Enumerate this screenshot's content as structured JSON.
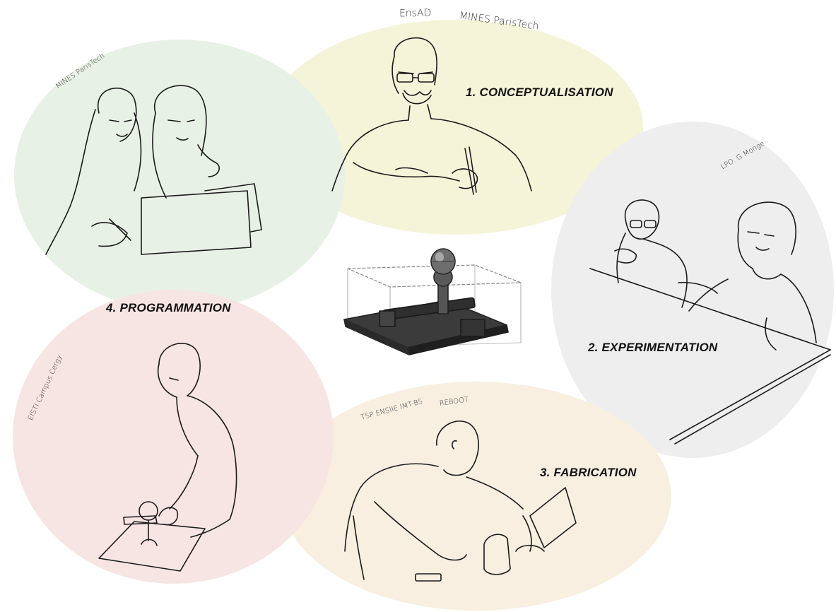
{
  "colors": {
    "conceptualisation": "#f4f4d8",
    "experimentation": "#eeeeee",
    "fabrication": "#f8efe1",
    "programmation_top": "#e8f1e6",
    "programmation_bottom": "#f7e5e3"
  },
  "phases": {
    "conceptualisation": {
      "label": "1. CONCEPTUALISATION",
      "institutions": [
        "EnsAD",
        "MINES ParisTech"
      ]
    },
    "experimentation": {
      "label": "2. EXPERIMENTATION",
      "institutions": [
        "LPO. G Monge"
      ]
    },
    "fabrication": {
      "label": "3. FABRICATION",
      "institutions": [
        "TSP ENSIIE IMT-BS",
        "REBOOT"
      ]
    },
    "programmation": {
      "label": "4. PROGRAMMATION",
      "institutions": [
        "MINES ParisTech",
        "EISTI Campus Cergy"
      ]
    }
  },
  "illustrations": {
    "center": "robot-device",
    "conceptualisation": "bearded-man-writing",
    "experimentation": "two-students-at-table",
    "fabrication": "man-assembling-device",
    "programmation_top": "two-women-with-laptop",
    "programmation_bottom": "man-manipulating-robot"
  }
}
